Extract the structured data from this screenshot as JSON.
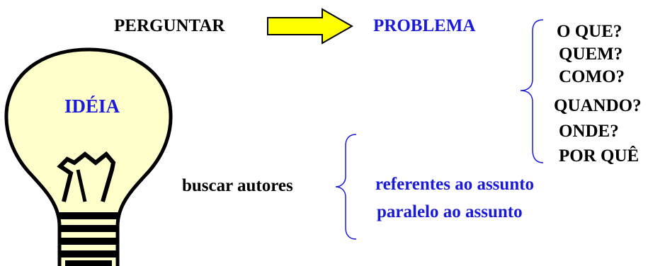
{
  "colors": {
    "text_black": "#000000",
    "text_blue": "#1a1adb",
    "arrow_fill": "#ffff00",
    "bulb_fill": "#ffffcc",
    "brace_blue": "#1a1adb"
  },
  "diagram": {
    "start_label": "PERGUNTAR",
    "problem_label": "PROBLEMA",
    "questions": [
      "O QUE?",
      "QUEM?",
      "COMO?",
      "QUANDO?",
      "ONDE?",
      "POR QUÊ"
    ],
    "idea_label": "IDÉIA",
    "search_label": "buscar autores",
    "search_items": [
      "referentes ao assunto",
      "paralelo ao assunto"
    ]
  },
  "icons": {
    "arrow": "right-arrow-icon",
    "bulb": "lightbulb-icon"
  }
}
